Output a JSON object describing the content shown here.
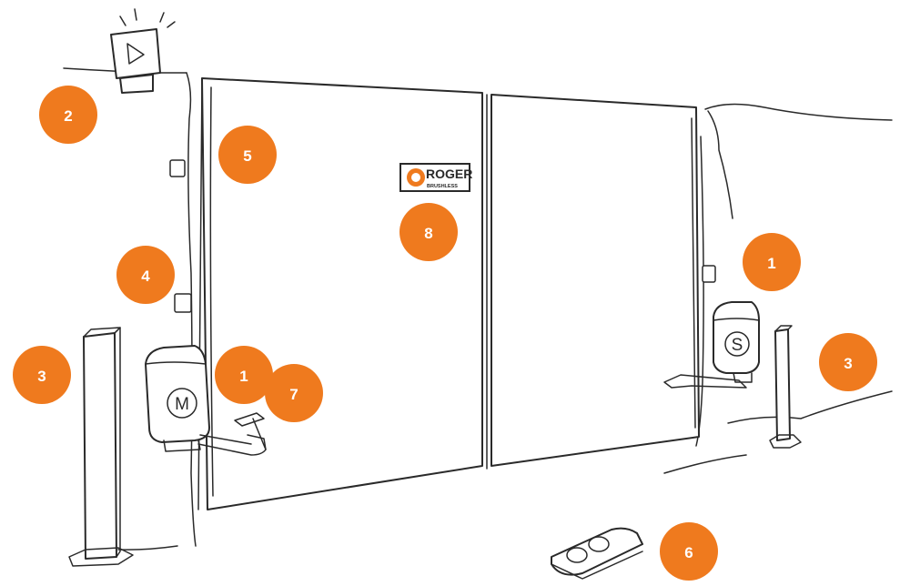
{
  "brand": {
    "logo_text": "ROGER",
    "logo_subtext": "BRUSHLESS"
  },
  "motors": {
    "master_letter": "M",
    "slave_letter": "S"
  },
  "markers": [
    {
      "id": "1a",
      "label": "1"
    },
    {
      "id": "1b",
      "label": "1"
    },
    {
      "id": "2",
      "label": "2"
    },
    {
      "id": "3a",
      "label": "3"
    },
    {
      "id": "3b",
      "label": "3"
    },
    {
      "id": "4",
      "label": "4"
    },
    {
      "id": "5",
      "label": "5"
    },
    {
      "id": "6",
      "label": "6"
    },
    {
      "id": "7",
      "label": "7"
    },
    {
      "id": "8",
      "label": "8"
    }
  ],
  "colors": {
    "marker": "#ef7a1e",
    "line": "#2a2a2a",
    "background": "#ffffff"
  }
}
